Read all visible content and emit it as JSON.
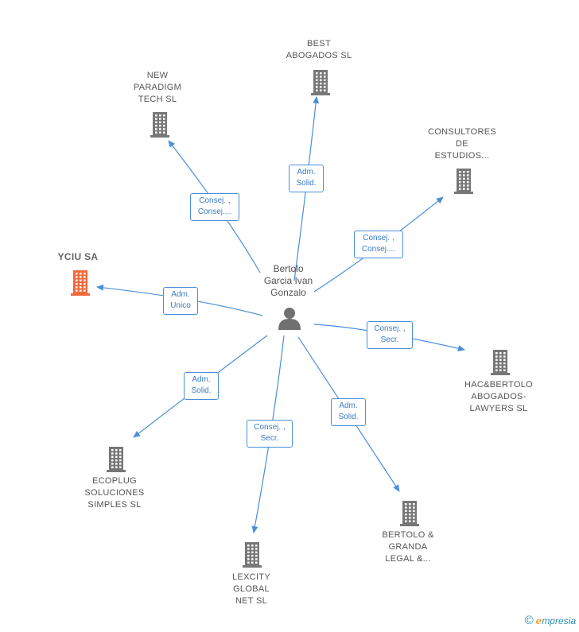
{
  "center": {
    "name": "Bertolo\nGarcia Ivan\nGonzalo",
    "icon": "person-icon"
  },
  "colors": {
    "edge": "#4a8fd9",
    "building": "#777777",
    "highlight": "#f06a3c"
  },
  "nodes": [
    {
      "id": "best",
      "label": "BEST\nABOGADOS  SL",
      "relation": "Adm.\nSolid."
    },
    {
      "id": "newparadigm",
      "label": "NEW\nPARADIGM\nTECH  SL",
      "relation": "Consej. ,\nConsej...."
    },
    {
      "id": "consultores",
      "label": "CONSULTORES\nDE\nESTUDIOS...",
      "relation": "Consej. ,\nConsej...."
    },
    {
      "id": "yciu",
      "label": "YCIU SA",
      "relation": "Adm.\nUnico"
    },
    {
      "id": "hac",
      "label": "HAC&BERTOLO\nABOGADOS-\nLAWYERS  SL",
      "relation": "Consej. ,\nSecr."
    },
    {
      "id": "ecoplug",
      "label": "ECOPLUG\nSOLUCIONES\nSIMPLES  SL",
      "relation": "Adm.\nSolid."
    },
    {
      "id": "lexcity",
      "label": "LEXCITY\nGLOBAL\nNET  SL",
      "relation": "Consej. ,\nSecr."
    },
    {
      "id": "bertolo_granda",
      "label": "BERTOLO &\nGRANDA\nLEGAL &...",
      "relation": "Adm.\nSolid."
    }
  ],
  "brand": {
    "copyright": "©",
    "initial": "e",
    "name": "mpresia"
  }
}
